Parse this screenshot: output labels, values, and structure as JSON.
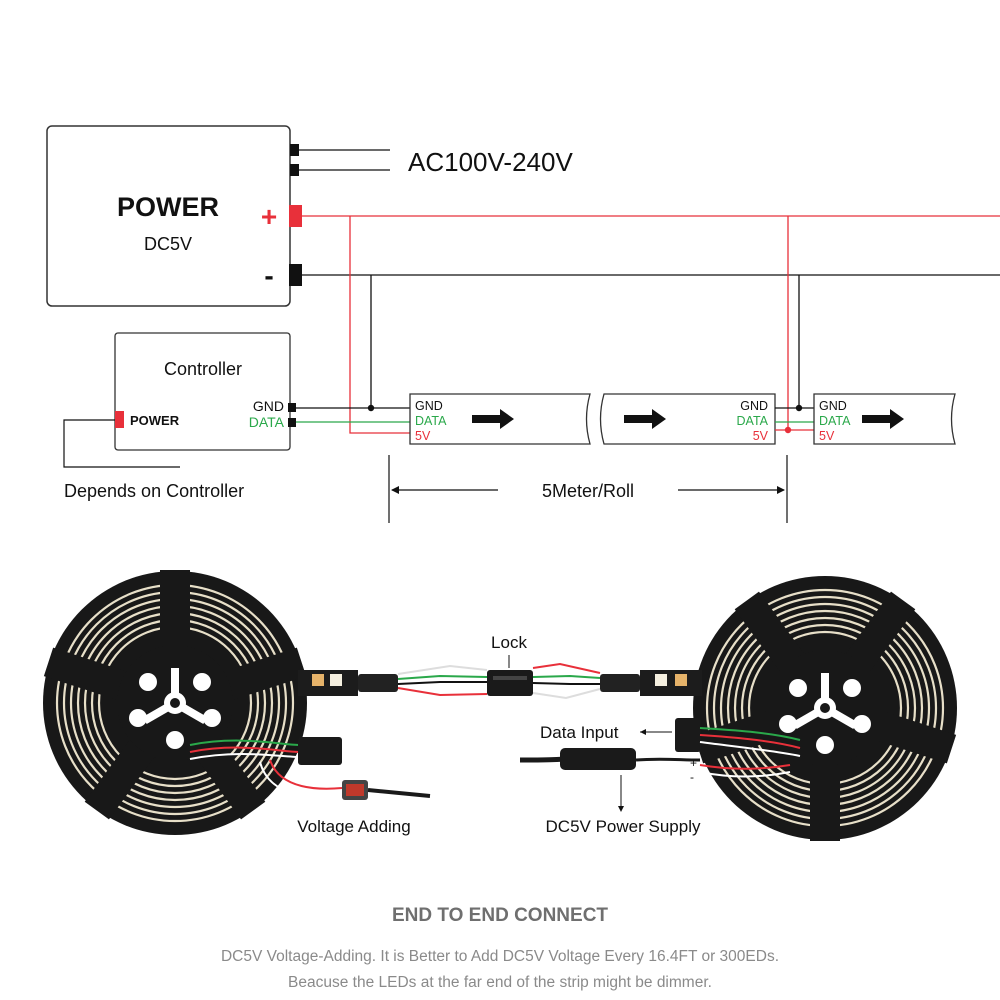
{
  "power_box": {
    "title": "POWER",
    "subtitle": "DC5V",
    "plus": "+",
    "minus": "-"
  },
  "ac_label": "AC100V-240V",
  "controller": {
    "title": "Controller",
    "power_label": "POWER",
    "gnd_label": "GND",
    "data_label": "DATA",
    "note": "Depends on Controller"
  },
  "strip_labels": {
    "gnd": "GND",
    "data": "DATA",
    "v5": "5V"
  },
  "length_label": "5Meter/Roll",
  "photo_labels": {
    "lock": "Lock",
    "data_input": "Data Input",
    "voltage_adding": "Voltage Adding",
    "power_supply": "DC5V Power Supply",
    "plus": "+",
    "minus": "-"
  },
  "caption": {
    "title": "END TO END CONNECT",
    "line1": "DC5V Voltage-Adding. It is Better to Add DC5V Voltage Every 16.4FT or 300EDs.",
    "line2": "Beacuse the LEDs at the far end of the strip might be dimmer."
  },
  "colors": {
    "red": "#e8303a",
    "green": "#2aa84a",
    "black": "#1a1a1a",
    "reel": "#181818",
    "warm": "#f3ead2"
  }
}
